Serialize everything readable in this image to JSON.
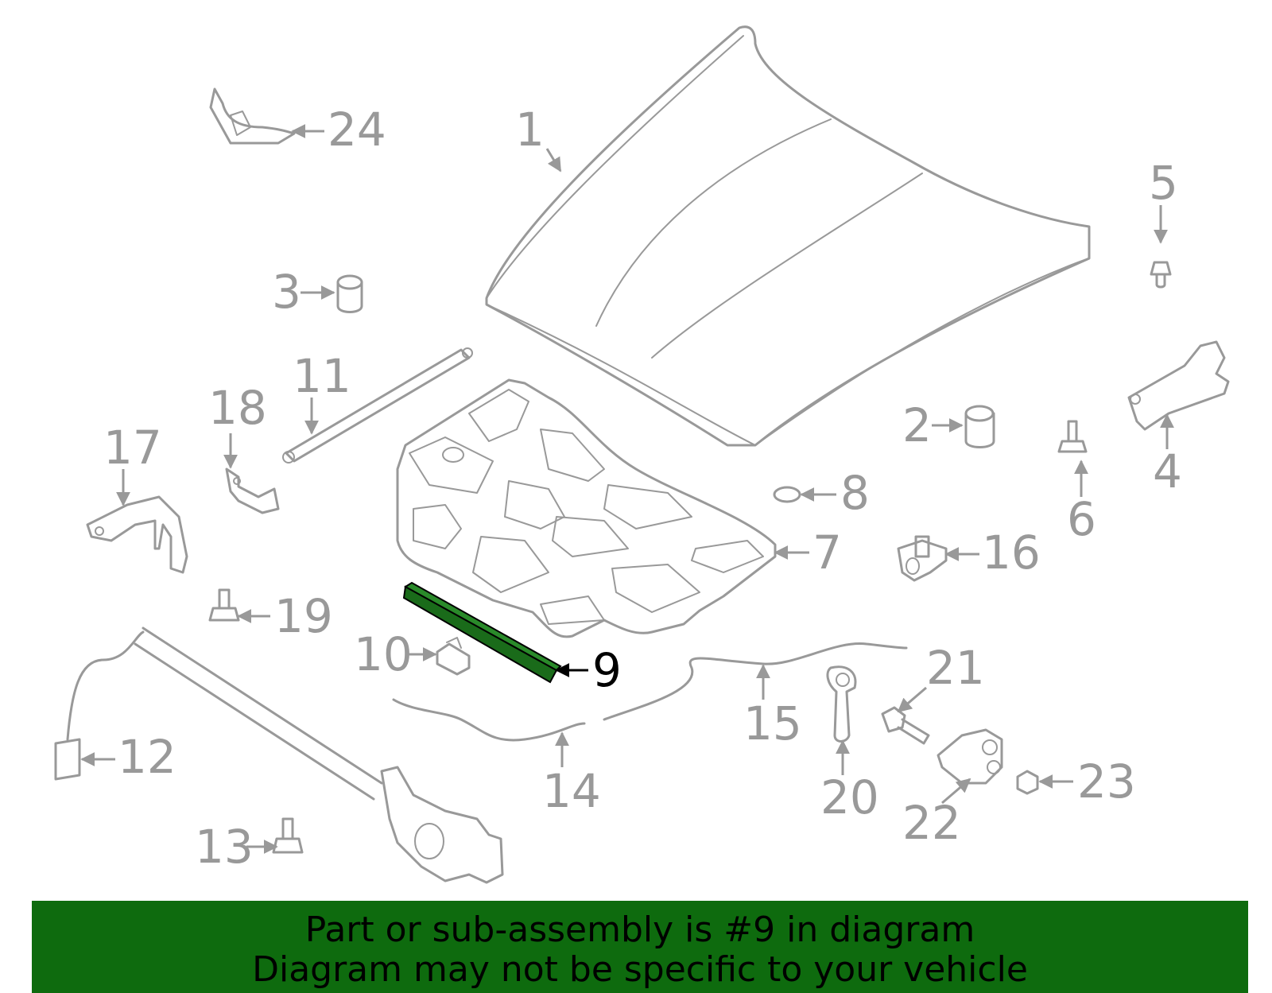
{
  "diagram": {
    "highlighted_part": "9",
    "highlight_color": "#1a6b1a",
    "banner_color": "#0e6b0e",
    "line_color": "#999999",
    "callouts": [
      {
        "id": "c1",
        "label": "1"
      },
      {
        "id": "c2",
        "label": "2"
      },
      {
        "id": "c3",
        "label": "3"
      },
      {
        "id": "c4",
        "label": "4"
      },
      {
        "id": "c5",
        "label": "5"
      },
      {
        "id": "c6",
        "label": "6"
      },
      {
        "id": "c7",
        "label": "7"
      },
      {
        "id": "c8",
        "label": "8"
      },
      {
        "id": "c9",
        "label": "9"
      },
      {
        "id": "c10",
        "label": "10"
      },
      {
        "id": "c11",
        "label": "11"
      },
      {
        "id": "c12",
        "label": "12"
      },
      {
        "id": "c13",
        "label": "13"
      },
      {
        "id": "c14",
        "label": "14"
      },
      {
        "id": "c15",
        "label": "15"
      },
      {
        "id": "c16",
        "label": "16"
      },
      {
        "id": "c17",
        "label": "17"
      },
      {
        "id": "c18",
        "label": "18"
      },
      {
        "id": "c19",
        "label": "19"
      },
      {
        "id": "c20",
        "label": "20"
      },
      {
        "id": "c21",
        "label": "21"
      },
      {
        "id": "c22",
        "label": "22"
      },
      {
        "id": "c23",
        "label": "23"
      },
      {
        "id": "c24",
        "label": "24"
      }
    ]
  },
  "banner": {
    "line1": "Part or sub-assembly is #9 in diagram",
    "line2": "Diagram may not be specific to your vehicle"
  }
}
